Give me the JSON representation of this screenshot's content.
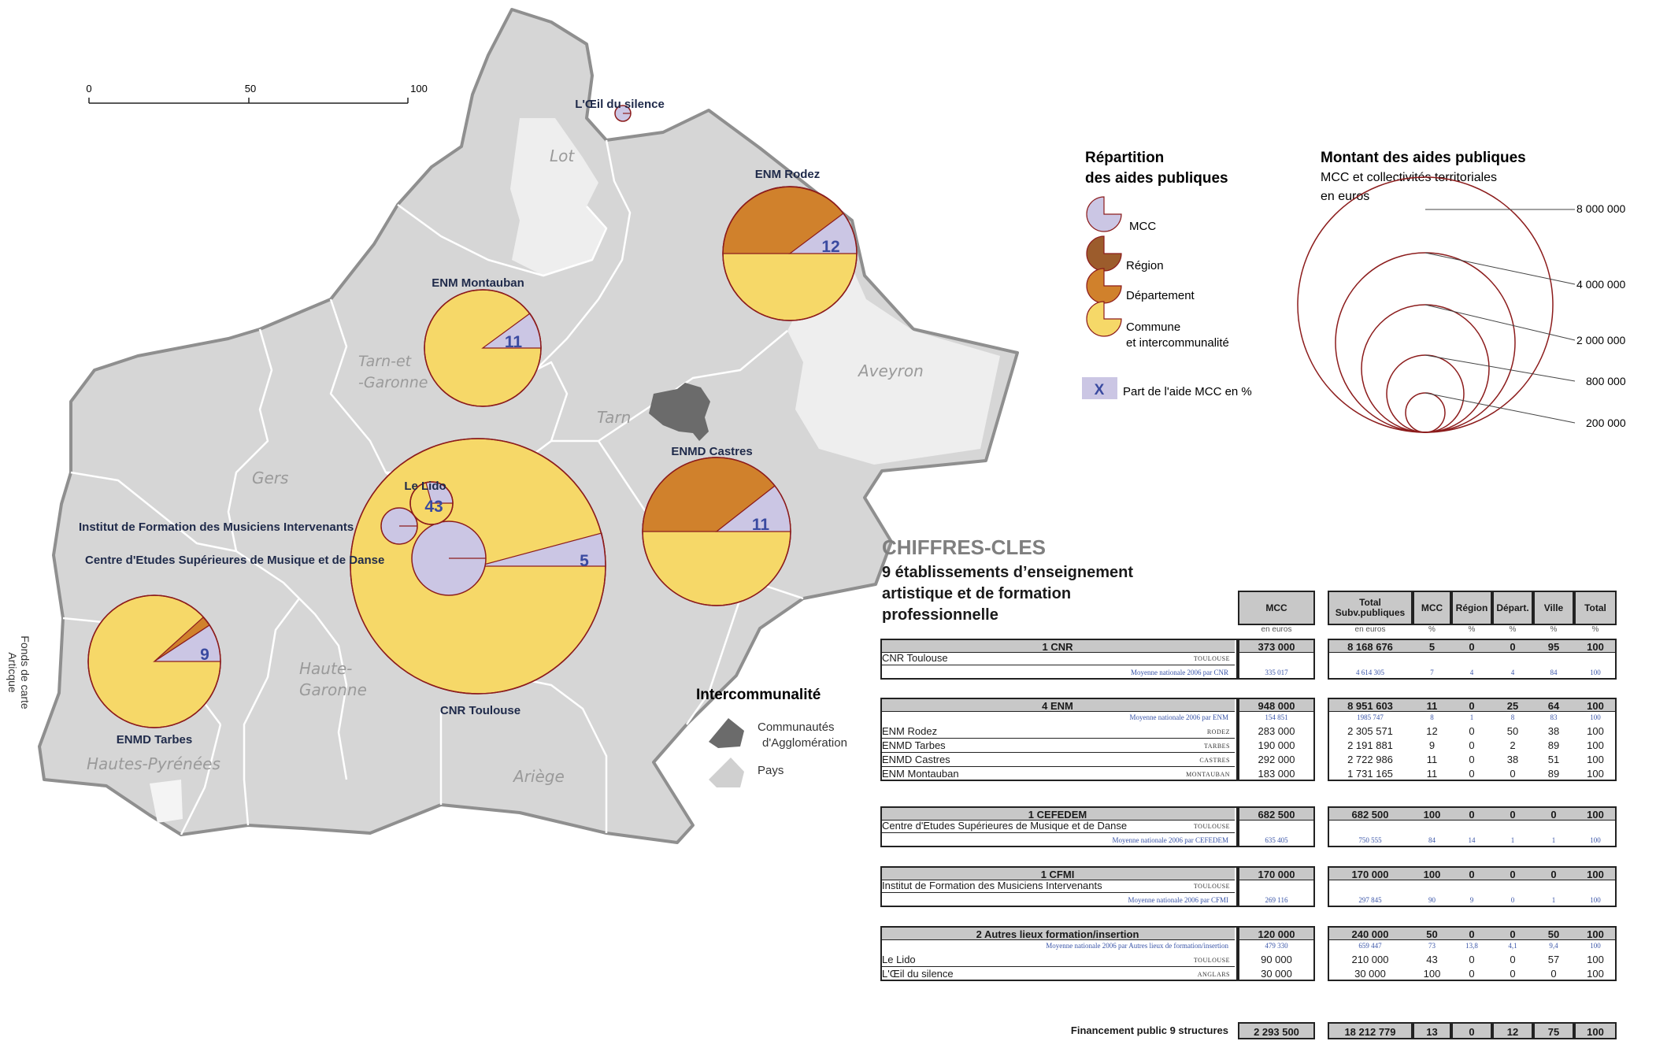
{
  "map": {
    "scale": {
      "ticks": [
        "0",
        "50",
        "100"
      ]
    },
    "departments": [
      "Lot",
      "Tarn-et",
      "-Garonne",
      "Aveyron",
      "Tarn",
      "Gers",
      "Haute-",
      "Garonne",
      "Hautes-Pyrénées",
      "Ariège"
    ],
    "credit": "Fonds de carte Articque",
    "establishments": [
      {
        "name": "L'Œil du silence",
        "mcc_pct": ""
      },
      {
        "name": "ENM Rodez",
        "mcc_pct": "12"
      },
      {
        "name": "ENM Montauban",
        "mcc_pct": "11"
      },
      {
        "name": "ENMD Castres",
        "mcc_pct": "11"
      },
      {
        "name": "Le Lido",
        "mcc_pct": "43"
      },
      {
        "name": "Institut de Formation des Musiciens Intervenants",
        "mcc_pct": ""
      },
      {
        "name": "Centre d'Etudes Supérieures de Musique et de Danse",
        "mcc_pct": ""
      },
      {
        "name": "CNR Toulouse",
        "mcc_pct": "5"
      },
      {
        "name": "ENMD Tarbes",
        "mcc_pct": "9"
      }
    ]
  },
  "legend": {
    "repartition_title_1": "Répartition",
    "repartition_title_2": "des aides publiques",
    "items": [
      "MCC",
      "Région",
      "Département",
      "Commune",
      "et intercommunalité"
    ],
    "x_label": "X",
    "x_desc": "Part de l'aide  MCC en %",
    "montant_title": "Montant des aides publiques",
    "montant_sub_1": "MCC et collectivités territoriales",
    "montant_sub_2": "en euros",
    "circles": [
      "8 000 000",
      "4 000 000",
      "2 000 000",
      "800 000",
      "200 000"
    ],
    "interco_title": "Intercommunalité",
    "interco_items": [
      "Communautés",
      "d'Agglomération",
      "Pays"
    ]
  },
  "colors": {
    "mcc": "#cbc6e4",
    "region": "#9c5c2c",
    "departement": "#d0812c",
    "commune": "#f6d868",
    "map_fill": "#d6d6d6",
    "map_light": "#efefef",
    "agglo": "#6b6b6b",
    "outline": "#8c1c1c"
  },
  "panel": {
    "title": "CHIFFRES-CLES",
    "subtitle": "9 établissements d’enseignement artistique et de formation professionnelle",
    "cols": {
      "mcc": "MCC",
      "total_1": "Total",
      "total_2": "Subv.publiques",
      "mcc_pct": "MCC",
      "region": "Région",
      "depart": "Départ.",
      "ville": "Ville",
      "total": "Total"
    },
    "units": {
      "euros": "en euros",
      "pct": "%"
    },
    "total_label": "Financement public 9 structures",
    "total_values": [
      "2 293 500",
      "18 212 779",
      "13",
      "0",
      "12",
      "75",
      "100"
    ]
  },
  "table_rows": {
    "r0": {
      "name": "1 CNR",
      "v": [
        "373 000",
        "8 168 676",
        "5",
        "0",
        "0",
        "95",
        "100"
      ]
    },
    "r1": {
      "name": "CNR Toulouse",
      "city": "TOULOUSE"
    },
    "r2": {
      "name": "Moyenne nationale 2006 par CNR",
      "v": [
        "335 017",
        "4 614 305",
        "7",
        "4",
        "4",
        "84",
        "100"
      ]
    },
    "r3": {
      "name": "4 ENM",
      "v": [
        "948 000",
        "8 951 603",
        "11",
        "0",
        "25",
        "64",
        "100"
      ]
    },
    "r4": {
      "name": "Moyenne nationale 2006 par ENM",
      "v": [
        "154 851",
        "1985 747",
        "8",
        "1",
        "8",
        "83",
        "100"
      ]
    },
    "r5": {
      "name": "ENM Rodez",
      "city": "RODEZ",
      "v": [
        "283 000",
        "2 305 571",
        "12",
        "0",
        "50",
        "38",
        "100"
      ]
    },
    "r6": {
      "name": "ENMD Tarbes",
      "city": "TARBES",
      "v": [
        "190 000",
        "2 191 881",
        "9",
        "0",
        "2",
        "89",
        "100"
      ]
    },
    "r7": {
      "name": "ENMD Castres",
      "city": "CASTRES",
      "v": [
        "292 000",
        "2 722 986",
        "11",
        "0",
        "38",
        "51",
        "100"
      ]
    },
    "r8": {
      "name": "ENM Montauban",
      "city": "MONTAUBAN",
      "v": [
        "183 000",
        "1 731 165",
        "11",
        "0",
        "0",
        "89",
        "100"
      ]
    },
    "r9": {
      "name": "1 CEFEDEM",
      "v": [
        "682 500",
        "682 500",
        "100",
        "0",
        "0",
        "0",
        "100"
      ]
    },
    "r10": {
      "name": "Centre d'Etudes Supérieures de Musique et de Danse",
      "city": "TOULOUSE"
    },
    "r11": {
      "name": "Moyenne nationale 2006 par CEFEDEM",
      "v": [
        "635 405",
        "750 555",
        "84",
        "14",
        "1",
        "1",
        "100"
      ]
    },
    "r12": {
      "name": "1 CFMI",
      "v": [
        "170 000",
        "170 000",
        "100",
        "0",
        "0",
        "0",
        "100"
      ]
    },
    "r13": {
      "name": "Institut de Formation des Musiciens Intervenants",
      "city": "TOULOUSE"
    },
    "r14": {
      "name": "Moyenne nationale 2006 par CFMI",
      "v": [
        "269 116",
        "297 845",
        "90",
        "9",
        "0",
        "1",
        "100"
      ]
    },
    "r15": {
      "name": "2 Autres lieux formation/insertion",
      "v": [
        "120 000",
        "240 000",
        "50",
        "0",
        "0",
        "50",
        "100"
      ]
    },
    "r16": {
      "name": "Moyenne nationale 2006 par Autres lieux de formation/insertion",
      "v": [
        "479 330",
        "659 447",
        "73",
        "13,8",
        "4,1",
        "9,4",
        "100"
      ]
    },
    "r17": {
      "name": "Le Lido",
      "city": "TOULOUSE",
      "v": [
        "90 000",
        "210 000",
        "43",
        "0",
        "0",
        "57",
        "100"
      ]
    },
    "r18": {
      "name": "L'Œil du silence",
      "city": "ANGLARS",
      "v": [
        "30 000",
        "30 000",
        "100",
        "0",
        "0",
        "0",
        "100"
      ]
    }
  }
}
